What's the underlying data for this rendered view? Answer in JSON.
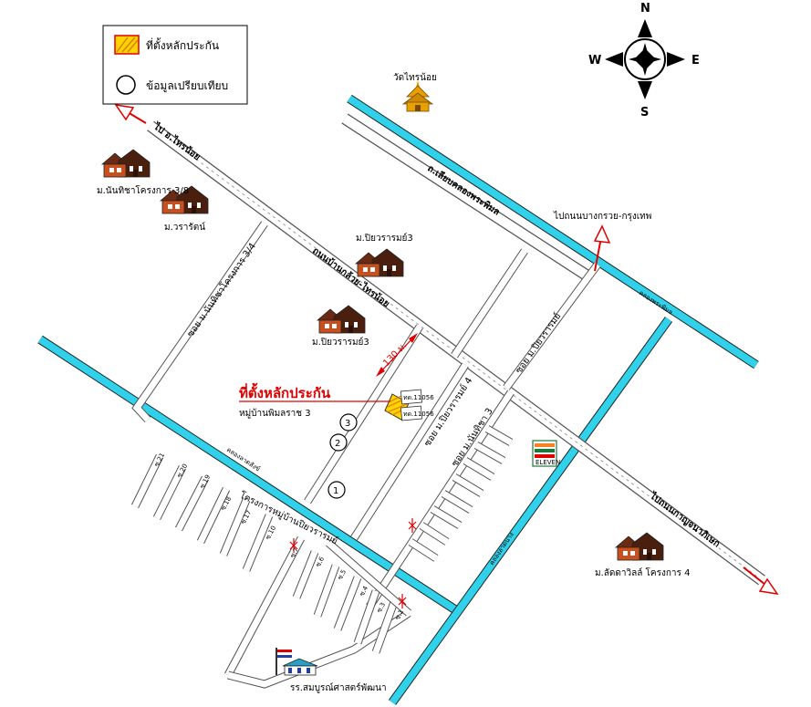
{
  "legend": {
    "property_label": "ที่ตั้งหลักประกัน",
    "comparison_label": "ข้อมูลเปรียบเทียบ"
  },
  "compass": {
    "north": "N",
    "south": "S",
    "east": "E",
    "west": "W"
  },
  "places": {
    "temple": "วัดไทรน้อย",
    "village_nanthida": "ม.นันทิชาโครงการ 3/8",
    "village_wararat": "ม.วรารัตน์",
    "village_piyawaram_a": "ม.ปิยวรารมย์3",
    "village_piyawaram_b": "ม.ปิยวรารมย์3",
    "village_ladda": "ม.ลัดดาวิลล์ โครงการ 4",
    "school": "รร.สมบูรณ์ศาสตร์พัฒนา",
    "property_village": "หมู่บ้านพิมลราช 3",
    "project_piyawaram": "โครงการหมู่บ้านปิยวรารมย์",
    "seven_eleven": "ELEVEN"
  },
  "roads": {
    "to_sai_noi": "ไป อ.ไทรน้อย",
    "ban_kluai_sai_noi": "ถนนบ้านกล้วย-ไทรน้อย",
    "liap_khlong": "ถ.เลียบคลองพระพิมล",
    "to_bang_kruai": "ไปถนนบางกรวย-กรุงเทพ",
    "to_kanchanaphisek": "ไปถนนกาญจนาภิเษก",
    "soi_nanthida_34": "ซอย ม.นันทิชาโครงการ 3/4",
    "soi_piyawaram": "ซอย ม.ปิยวรารมย์",
    "soi_piyawaram_4": "ซอย ม.ปิยวรารมย์ 4",
    "soi_nanthida_3": "ซอย ม.นันทิชา 3",
    "distance": "130 ม."
  },
  "canals": {
    "phra_phimon": "คลองพระพิมล",
    "lat_lai": "คลองลาดสังข์",
    "bang_khanun": "คลองลาดนาง"
  },
  "markers": {
    "property": "ที่ตั้งหลักประกัน",
    "deed_1": "ทด.11056",
    "deed_2": "ทด.11056",
    "comp_1": "1",
    "comp_2": "2",
    "comp_3": "3"
  },
  "sois": [
    "ซ.21",
    "ซ.20",
    "ซ.19",
    "ซ.18",
    "ซ.17",
    "ซ.10",
    "ซ.7",
    "ซ.6",
    "ซ.5",
    "ซ.4",
    "ซ.3",
    "ซ.1"
  ],
  "colors": {
    "canal": "#2fd2ea",
    "arrow_red": "#e00000",
    "property_fill": "#ffd400",
    "house_roof": "#6b2a12",
    "house_wall": "#c8501e"
  }
}
